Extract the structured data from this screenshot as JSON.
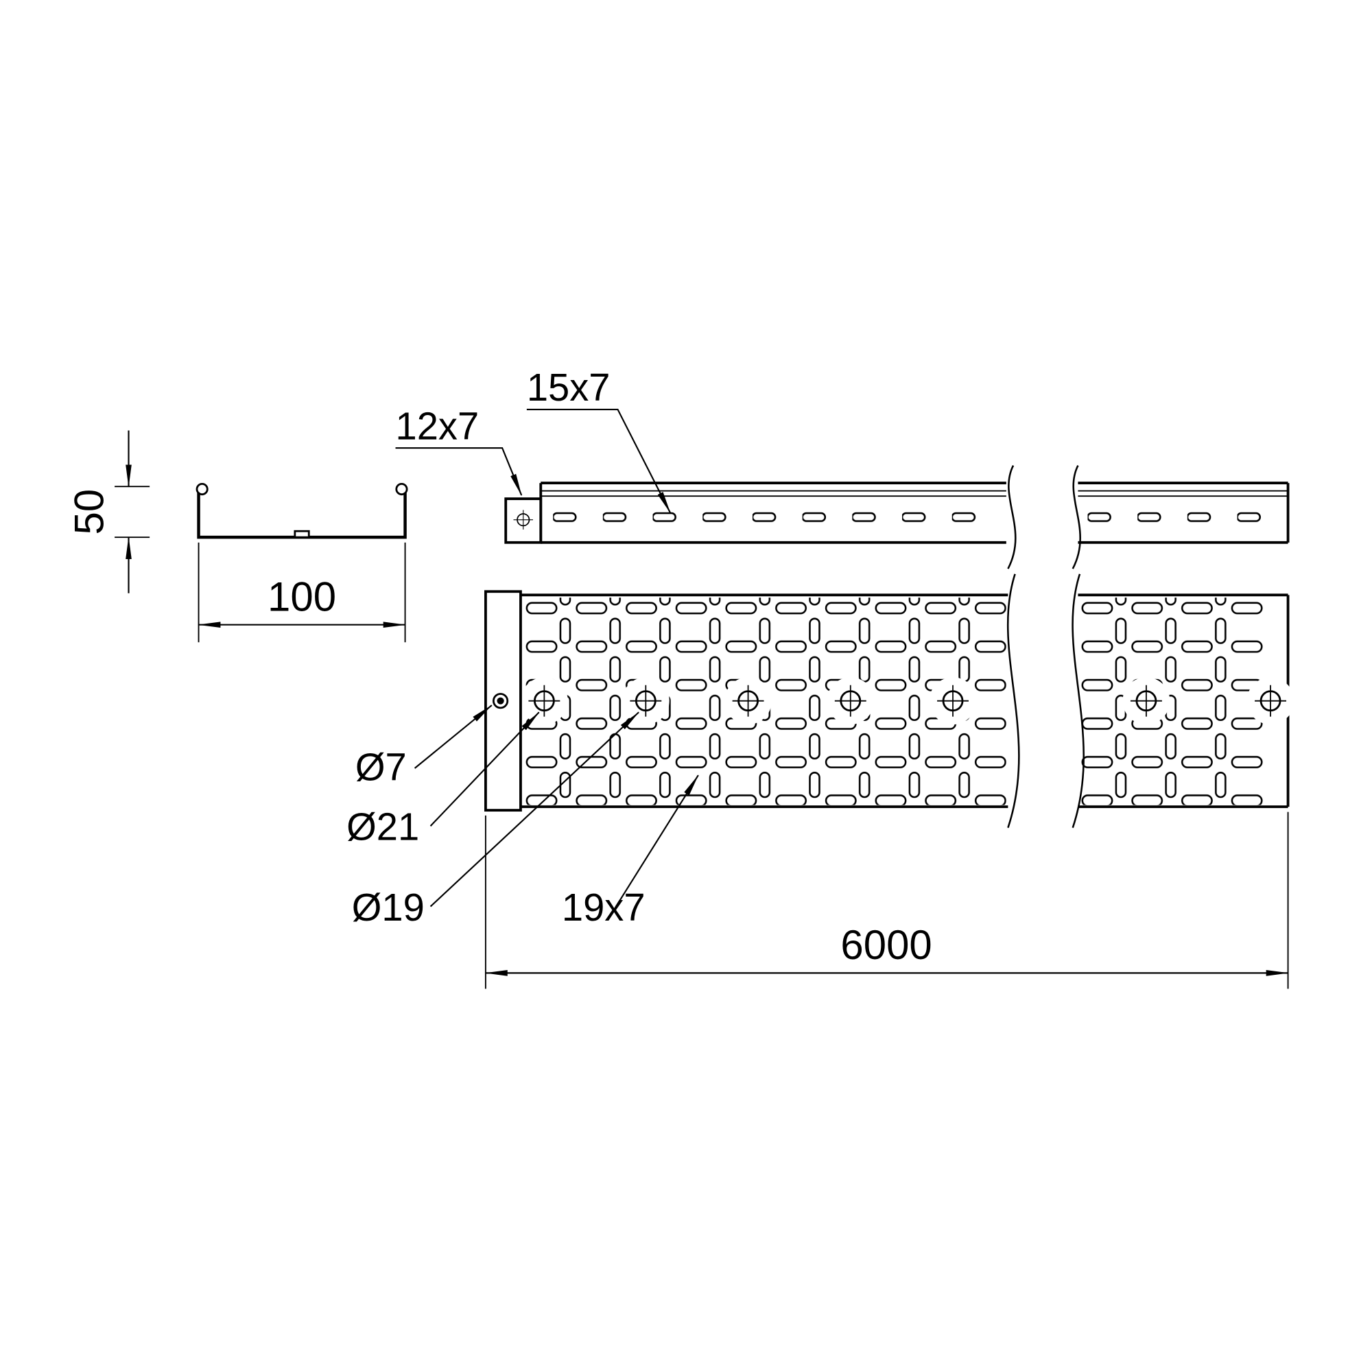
{
  "drawing": {
    "kind": "cable-tray-technical-drawing",
    "views": {
      "cross_section": {
        "height": "50",
        "width": "100"
      },
      "side": {
        "end_slot": "12x7",
        "slot": "15x7"
      },
      "plan": {
        "hole_end": "Ø7",
        "hole_large": "Ø21",
        "hole_center": "Ø19",
        "slot": "19x7",
        "length": "6000"
      }
    }
  }
}
